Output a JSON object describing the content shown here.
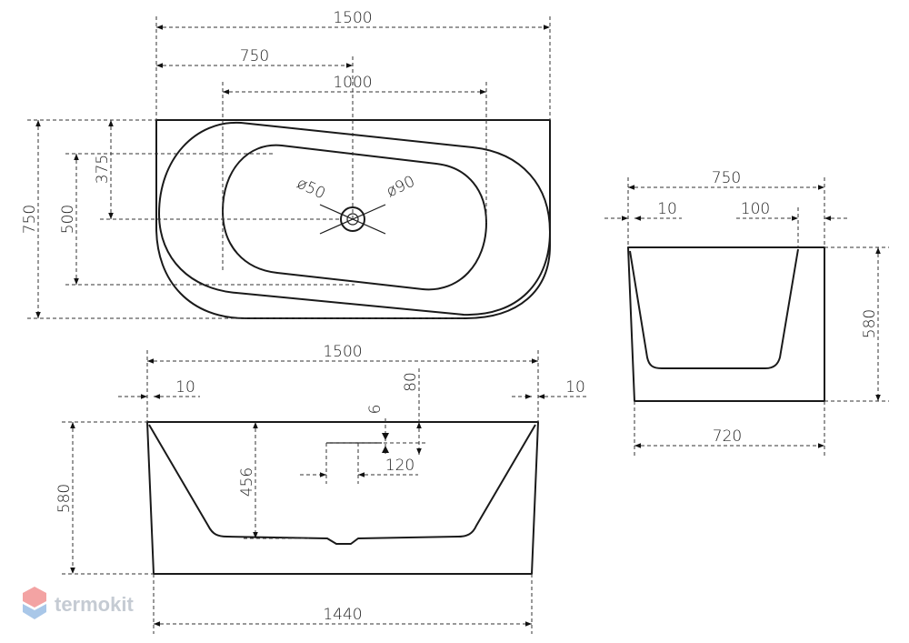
{
  "top_view": {
    "overall_length": "1500",
    "half_length": "750",
    "inner_length": "1000",
    "overall_width": "750",
    "inner_width": "500",
    "drain_offset": "375",
    "drain_diameter": "ø50",
    "overflow_diameter": "ø90"
  },
  "front_view": {
    "top_length": "1500",
    "bottom_length": "1440",
    "height": "580",
    "depth": "456",
    "wall_left": "10",
    "wall_right": "10",
    "drain_height": "80",
    "drain_gap": "6",
    "drain_width": "120"
  },
  "side_view": {
    "top_width": "750",
    "bottom_width": "720",
    "height": "580",
    "wall_left": "10",
    "wall_right": "100"
  },
  "watermark": {
    "text": "termokit",
    "colors": {
      "shield_top": "#f3a3a3",
      "shield_bottom": "#a9c7e8"
    }
  }
}
